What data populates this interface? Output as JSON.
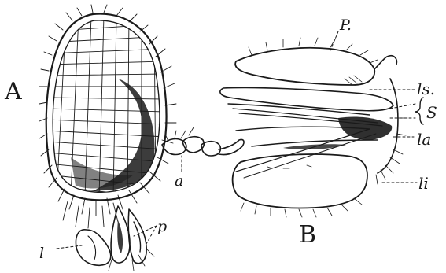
{
  "panels": {
    "a": "A",
    "b": "B"
  },
  "labels": {
    "a_antenna": "a",
    "a_palps": "p",
    "a_labrum": "l",
    "b_palp": "P.",
    "b_labrum_epipharynx": "ls.",
    "b_stylets": "S",
    "b_labium": "la",
    "b_lower_lip": "li"
  }
}
